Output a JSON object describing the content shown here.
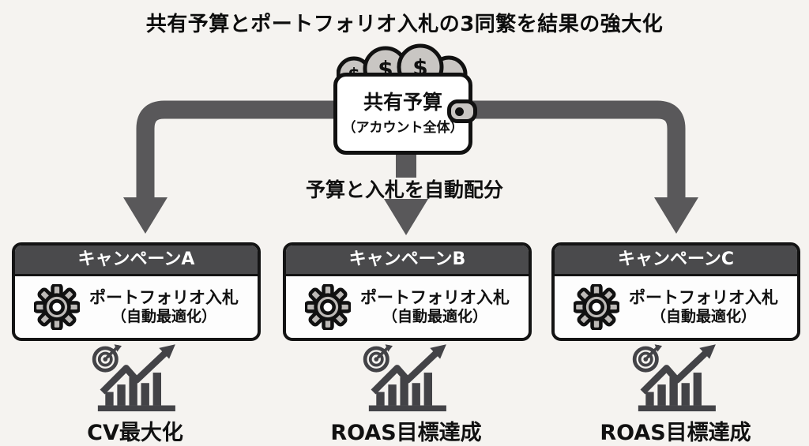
{
  "title": "共有予算とポートフォリオ入札の3同繁を結果の強大化",
  "wallet": {
    "label": "共有予算",
    "sublabel": "（アカウント全体）",
    "coin_symbol": "$"
  },
  "flow": {
    "distribution_label": "予算と入札を自動配分"
  },
  "campaigns": [
    {
      "name": "キャンペーンA",
      "method": "ポートフォリオ入札",
      "method_note": "（自動最適化）",
      "outcome": "CV最大化"
    },
    {
      "name": "キャンペーンB",
      "method": "ポートフォリオ入札",
      "method_note": "（自動最適化）",
      "outcome": "ROAS目標達成"
    },
    {
      "name": "キャンペーンC",
      "method": "ポートフォリオ入札",
      "method_note": "（自動最適化）",
      "outcome": "ROAS目標達成"
    }
  ],
  "colors": {
    "background": "#f5f3f0",
    "arrow_gray": "#59585a",
    "header_gray": "#4a4a4c",
    "coin_gray": "#c9c6c3",
    "gear_gray": "#bdbab7",
    "icon_dark": "#434347",
    "outline_black": "#111111"
  }
}
